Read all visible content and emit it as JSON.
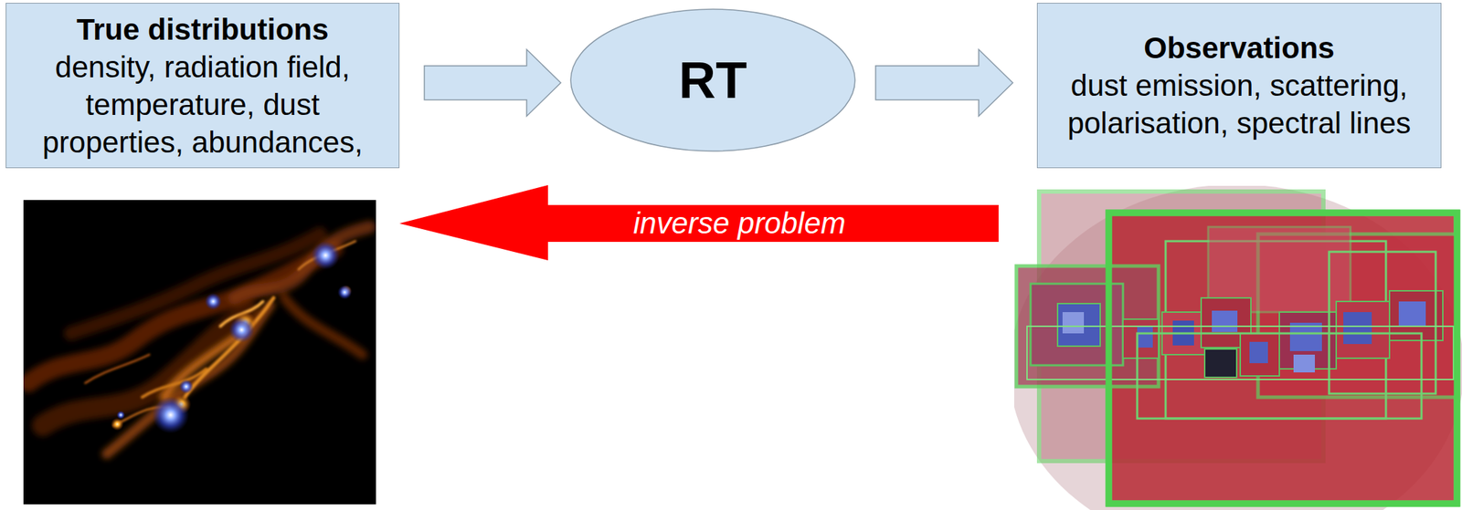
{
  "diagram": {
    "nodes": [
      {
        "text": [
          "True distributions",
          "density, radiation field, temperature, dust properties, abundances,"
        ]
      },
      {
        "text": [
          "RT"
        ]
      },
      {
        "text": [
          "Observations",
          "dust emission, scattering, polarisation, spectral lines"
        ]
      }
    ],
    "edges": [
      {
        "from": 0,
        "to": 1,
        "arrow": "to"
      },
      {
        "from": 1,
        "to": 2,
        "arrow": "to"
      }
    ],
    "labels": [
      "inverse problem"
    ]
  }
}
